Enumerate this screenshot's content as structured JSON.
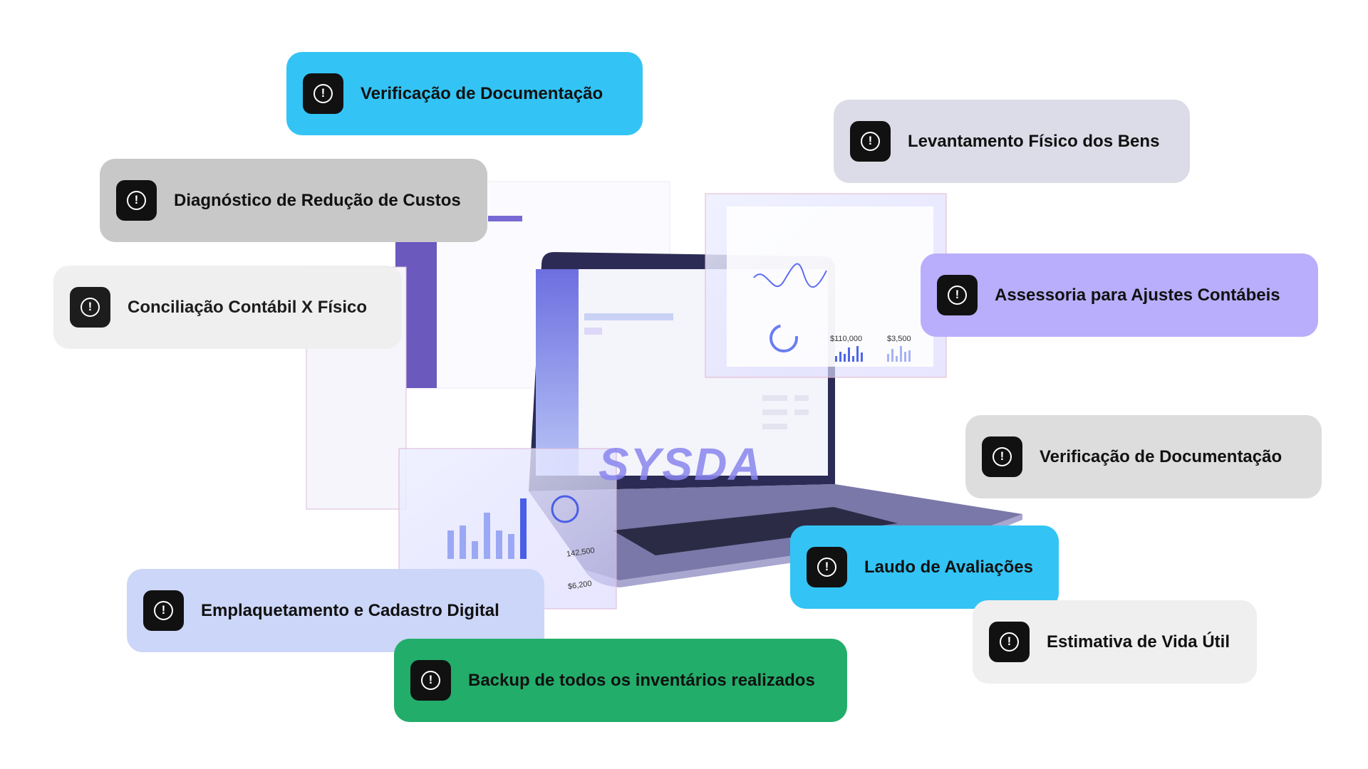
{
  "colors": {
    "cyan": "#33c4f5",
    "lavender_gray": "#dcdce8",
    "gray": "#c8c8c8",
    "light_gray": "#efefef",
    "purple": "#b9aefc",
    "mid_gray": "#dddddd",
    "periwinkle": "#ccd6f8",
    "green": "#22ad6a",
    "icon_bg": "#111111"
  },
  "icon": "alert-circle-icon",
  "features": [
    {
      "label": "Verificação de Documentação"
    },
    {
      "label": "Levantamento Físico dos Bens"
    },
    {
      "label": "Diagnóstico de Redução de Custos"
    },
    {
      "label": "Conciliação Contábil X Físico"
    },
    {
      "label": "Assessoria para Ajustes Contábeis"
    },
    {
      "label": "Verificação de Documentação"
    },
    {
      "label": "Laudo de Avaliações"
    },
    {
      "label": "Estimativa de Vida Útil"
    },
    {
      "label": "Emplaquetamento e Cadastro Digital"
    },
    {
      "label": "Backup de todos os inventários realizados"
    }
  ],
  "illustration": {
    "logo_text": "SYSDA",
    "stats": [
      "$110,000",
      "$3,500",
      "142,500",
      "$6,200"
    ]
  }
}
